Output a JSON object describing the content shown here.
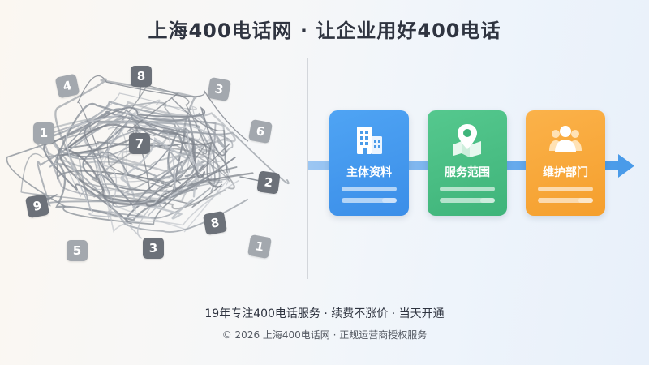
{
  "header": {
    "title": "上海400电话网 · 让企业用好400电话"
  },
  "tangle": {
    "badges": [
      {
        "label": "8",
        "tone": "dark"
      },
      {
        "label": "4",
        "tone": "light"
      },
      {
        "label": "3",
        "tone": "light"
      },
      {
        "label": "1",
        "tone": "light"
      },
      {
        "label": "6",
        "tone": "light"
      },
      {
        "label": "7",
        "tone": "dark"
      },
      {
        "label": "2",
        "tone": "dark"
      },
      {
        "label": "9",
        "tone": "dark"
      },
      {
        "label": "8",
        "tone": "dark"
      },
      {
        "label": "5",
        "tone": "light"
      },
      {
        "label": "3",
        "tone": "dark"
      },
      {
        "label": "1",
        "tone": "light"
      }
    ]
  },
  "flow": {
    "cards": [
      {
        "label": "主体资料",
        "icon": "building-icon",
        "color": "#3b8ee8"
      },
      {
        "label": "服务范围",
        "icon": "map-pin-icon",
        "color": "#3fb47a"
      },
      {
        "label": "维护部门",
        "icon": "team-icon",
        "color": "#f59f2d"
      }
    ],
    "arrow_color": "#4a9be9"
  },
  "footer": {
    "tagline": "19年专注400电话服务 · 续费不涨价 · 当天开通",
    "copyright": "© 2026 上海400电话网 · 正规运营商授权服务"
  }
}
